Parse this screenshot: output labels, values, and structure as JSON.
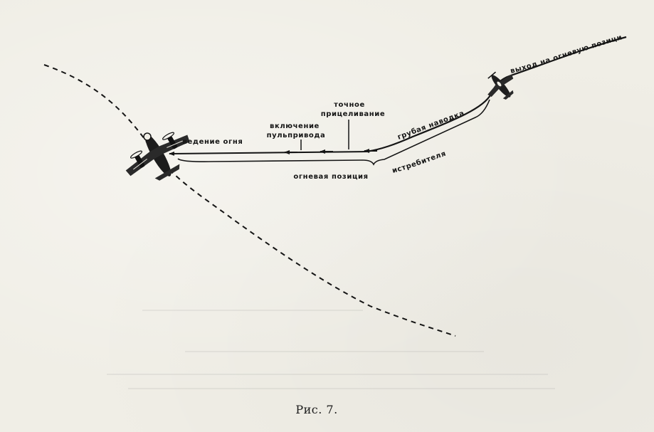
{
  "caption": "Рис. 7.",
  "labels": {
    "exit_to_position": "выход на огневую позицию",
    "rough_aiming": "грубая наводка",
    "precise_aiming_line1": "точное",
    "precise_aiming_line2": "прицеливание",
    "gun_on_line1": "включение",
    "gun_on_line2": "пульпривода",
    "firing": "ведение огня",
    "firing_position": "огневая позиция",
    "fighter": "истребителя"
  },
  "colors": {
    "ink": "#151515",
    "paper": "#f0eee6"
  },
  "icons": {
    "bomber": "bomber-plane-icon",
    "fighter": "fighter-plane-icon"
  }
}
